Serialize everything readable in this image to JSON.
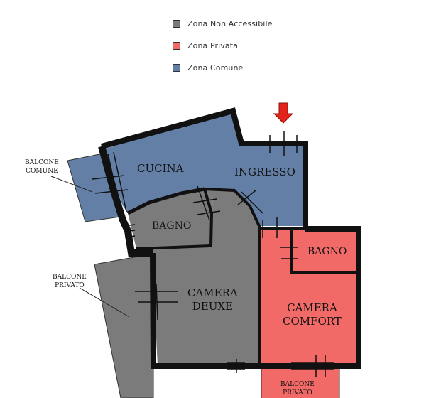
{
  "legend": {
    "items": [
      {
        "label": "Zona Non Accessibile",
        "color": "#7b7b7b"
      },
      {
        "label": "Zona Privata",
        "color": "#f26a68"
      },
      {
        "label": "Zona Comune",
        "color": "#637fa6"
      }
    ]
  },
  "rooms": {
    "cucina": {
      "label": "CUCINA"
    },
    "ingresso": {
      "label": "INGRESSO"
    },
    "bagno_comune": {
      "label": "BAGNO"
    },
    "bagno_privato": {
      "label": "BAGNO"
    },
    "camera_deluxe": {
      "line1": "CAMERA",
      "line2": "DEUXE"
    },
    "camera_comfort": {
      "line1": "CAMERA",
      "line2": "COMFORT"
    }
  },
  "annotations": {
    "balcone_comune": {
      "line1": "BALCONE",
      "line2": "COMUNE"
    },
    "balcone_privato_left": {
      "line1": "BALCONE",
      "line2": "PRIVATO"
    },
    "balcone_privato_bottom": {
      "line1": "BALCONE",
      "line2": "PRIVATO"
    }
  },
  "colors": {
    "non_accessibile": "#7b7b7b",
    "privata": "#f26a68",
    "comune": "#637fa6",
    "wall": "#111111",
    "entrance_arrow": "#e3241b"
  },
  "icons": {
    "entrance": "down-arrow-icon"
  }
}
